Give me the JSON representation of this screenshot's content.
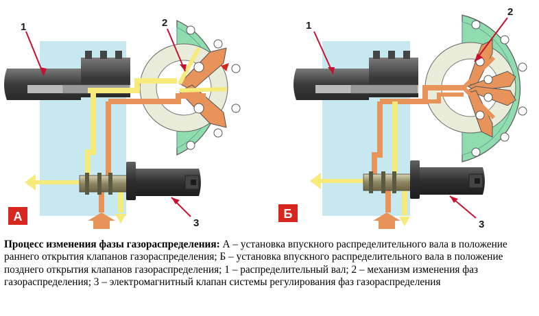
{
  "panels": [
    {
      "letter": "А",
      "callouts": [
        "1",
        "2",
        "3"
      ]
    },
    {
      "letter": "Б",
      "callouts": [
        "1",
        "2",
        "3"
      ]
    }
  ],
  "caption": {
    "title": "Процесс изменения фазы газораспределения:",
    "text": " А – установка впускного распределительного вала в положение раннего открытия клапанов газораспределения; Б – установка впускного распределительного вала в положение позднего открытия клапанов газораспределения; 1 – распределительный вал; 2 – механизм изменения фаз газораспределения; 3 – электромагнитный клапан системы регулирования фаз газораспределения"
  },
  "colors": {
    "oil_pressure": "#e8935a",
    "oil_return": "#f5ea7a",
    "housing_bg": "#c6e8ee",
    "rotor_bg": "#8fdcae",
    "callout_line": "#c8102e",
    "badge": "#d7261e",
    "shaft": "#4a4a4a"
  }
}
